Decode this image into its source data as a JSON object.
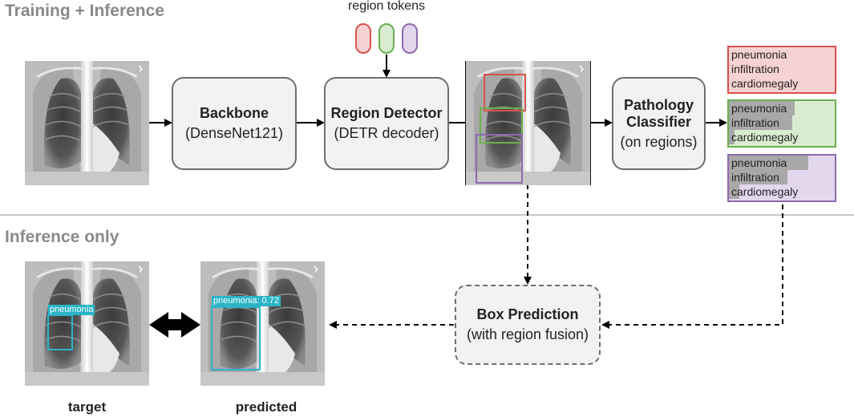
{
  "sections": {
    "training_inference": "Training + Inference",
    "inference_only": "Inference only"
  },
  "region_tokens_label": "region tokens",
  "boxes": {
    "backbone": {
      "title": "Backbone",
      "subtitle": "(DenseNet121)"
    },
    "region_detector": {
      "title": "Region Detector",
      "subtitle": "(DETR decoder)"
    },
    "pathology_classifier": {
      "title1": "Pathology",
      "title2": "Classifier",
      "subtitle": "(on regions)"
    },
    "box_prediction": {
      "title": "Box Prediction",
      "subtitle": "(with region fusion)"
    }
  },
  "classifiers": [
    {
      "color": "#d9534f",
      "fill": "#f6d2d2",
      "rows": [
        {
          "label": "pneumonia",
          "score": 0.0
        },
        {
          "label": "infiltration",
          "score": 0.0
        },
        {
          "label": "cardiomegaly",
          "score": 0.0
        }
      ]
    },
    {
      "color": "#6aaf50",
      "fill": "#d9ecd1",
      "rows": [
        {
          "label": "pneumonia",
          "score": 0.62
        },
        {
          "label": "infiltration",
          "score": 0.6
        },
        {
          "label": "cardiomegaly",
          "score": 0.05
        }
      ]
    },
    {
      "color": "#8e6aae",
      "fill": "#e3d7ee",
      "rows": [
        {
          "label": "pneumonia",
          "score": 0.75
        },
        {
          "label": "infiltration",
          "score": 0.55
        },
        {
          "label": "cardiomegaly",
          "score": 0.1
        }
      ]
    }
  ],
  "detections": {
    "target_label": "pneumonia",
    "predicted_label": "pneumonia: 0.72"
  },
  "captions": {
    "target": "target",
    "predicted": "predicted"
  },
  "colors": {
    "token_red": "#d9534f",
    "token_green": "#6aaf50",
    "token_purple": "#8e6aae",
    "detection": "#2ab5c7"
  }
}
